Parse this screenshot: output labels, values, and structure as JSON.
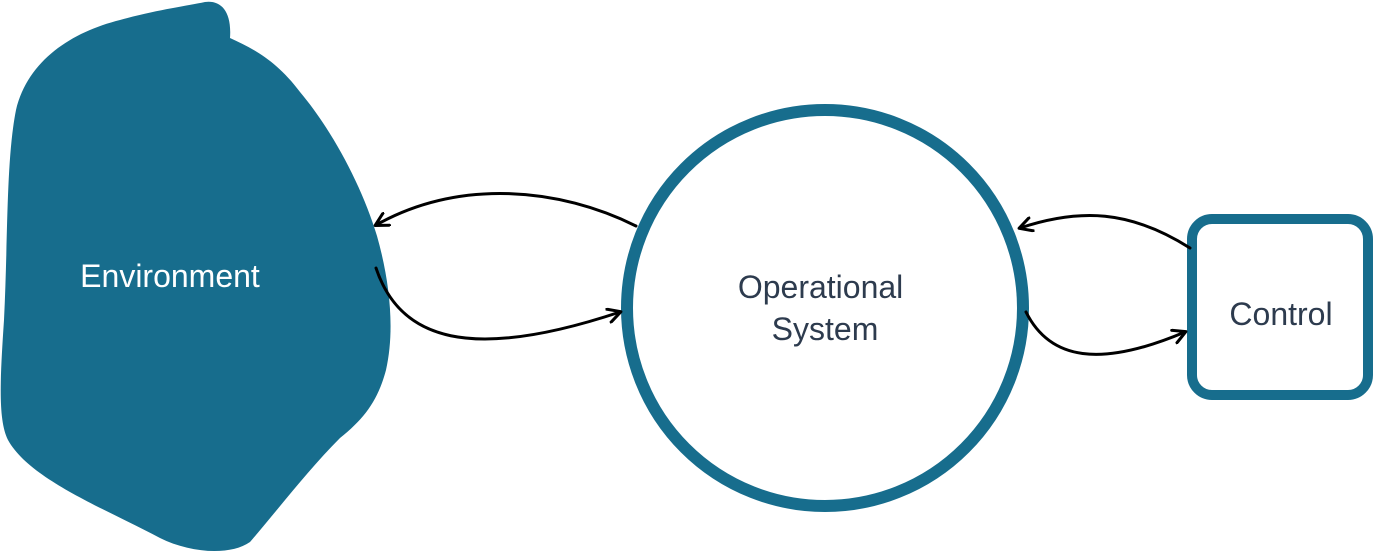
{
  "colors": {
    "primary": "#176d8d",
    "label_dark": "#2d3b4e",
    "label_light": "#ffffff",
    "arrow": "#000000",
    "background": "#ffffff"
  },
  "nodes": {
    "environment": {
      "label": "Environment",
      "shape": "blob"
    },
    "operational_system": {
      "label_lines": [
        "Operational",
        "System"
      ],
      "shape": "circle"
    },
    "control": {
      "label": "Control",
      "shape": "rounded-square"
    }
  },
  "edges": [
    {
      "from": "operational_system",
      "to": "environment"
    },
    {
      "from": "environment",
      "to": "operational_system"
    },
    {
      "from": "control",
      "to": "operational_system"
    },
    {
      "from": "operational_system",
      "to": "control"
    }
  ]
}
